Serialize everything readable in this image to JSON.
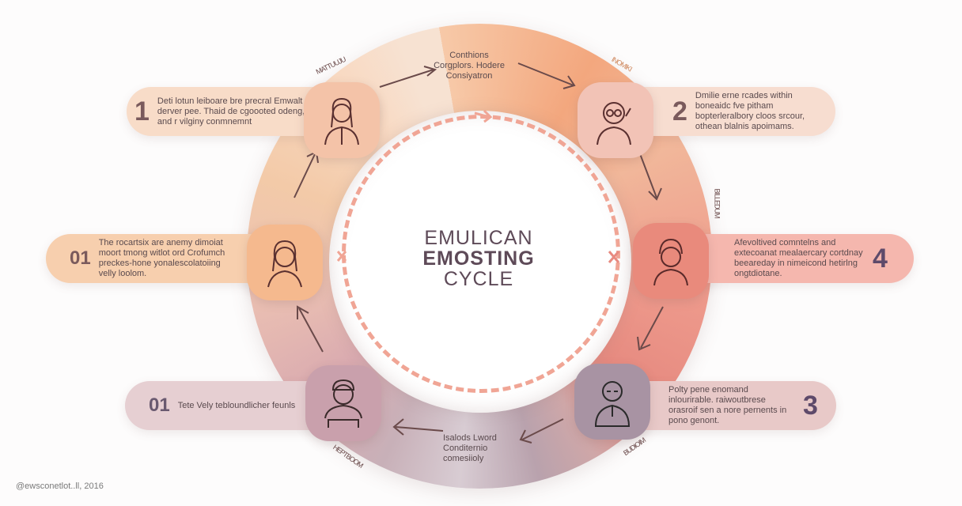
{
  "title": {
    "line1": "EMULICAN",
    "line2": "EMOSTING",
    "line3": "CYCLE"
  },
  "steps": [
    {
      "number": "1",
      "text": "Deti lotun leiboare bre precral Emwalt derver pee. Thaid de cgoooted odeng, and r vilginy conmnemnt",
      "color": "#f8dcc8",
      "icon": "person-woman-icon"
    },
    {
      "number": "2",
      "text": "Dmilie erne rcades within boneaidc fve pitham bopterleralbory cloos srcour, othean blalnis apoimams.",
      "color": "#f7ddd0",
      "icon": "person-glasses-icon"
    },
    {
      "number": "01",
      "text": "The rocartsix are anemy dimoiat moort tmong witlot ord Crofumch preckes-hone yonalescolatoiing velly loolom.",
      "color": "#f7cfae",
      "icon": "person-woman-icon"
    },
    {
      "number": "4",
      "text": "Afevoltived comntelns and extecoanat mealaercary cortdnay beeareday in nimeicond hetirlng ongtdiotane.",
      "color": "#f5b7ae",
      "icon": "person-turban-icon"
    },
    {
      "number": "01",
      "text": "Tete Vely tebloundlicher feunls",
      "color": "#e6cfd2",
      "icon": "person-cap-icon"
    },
    {
      "number": "3",
      "text": "Polty pene enomand inlourirable. raiwoutbrese orasroif sen a nore pernents in pono genont.",
      "color": "#e8c9c8",
      "icon": "person-glasses-icon"
    }
  ],
  "ring_labels": {
    "top": "Conthions Corgplors. Hodere Consiyatron",
    "bottom": "Isalods Lword Conditernio comesiioly"
  },
  "tags": [
    "MATTUUJU",
    "INOMIKI",
    "BILLEDUM",
    "HEPTBOOM",
    "BUDIOIM"
  ],
  "footer": "@ewsconetlot..ll, 2016"
}
